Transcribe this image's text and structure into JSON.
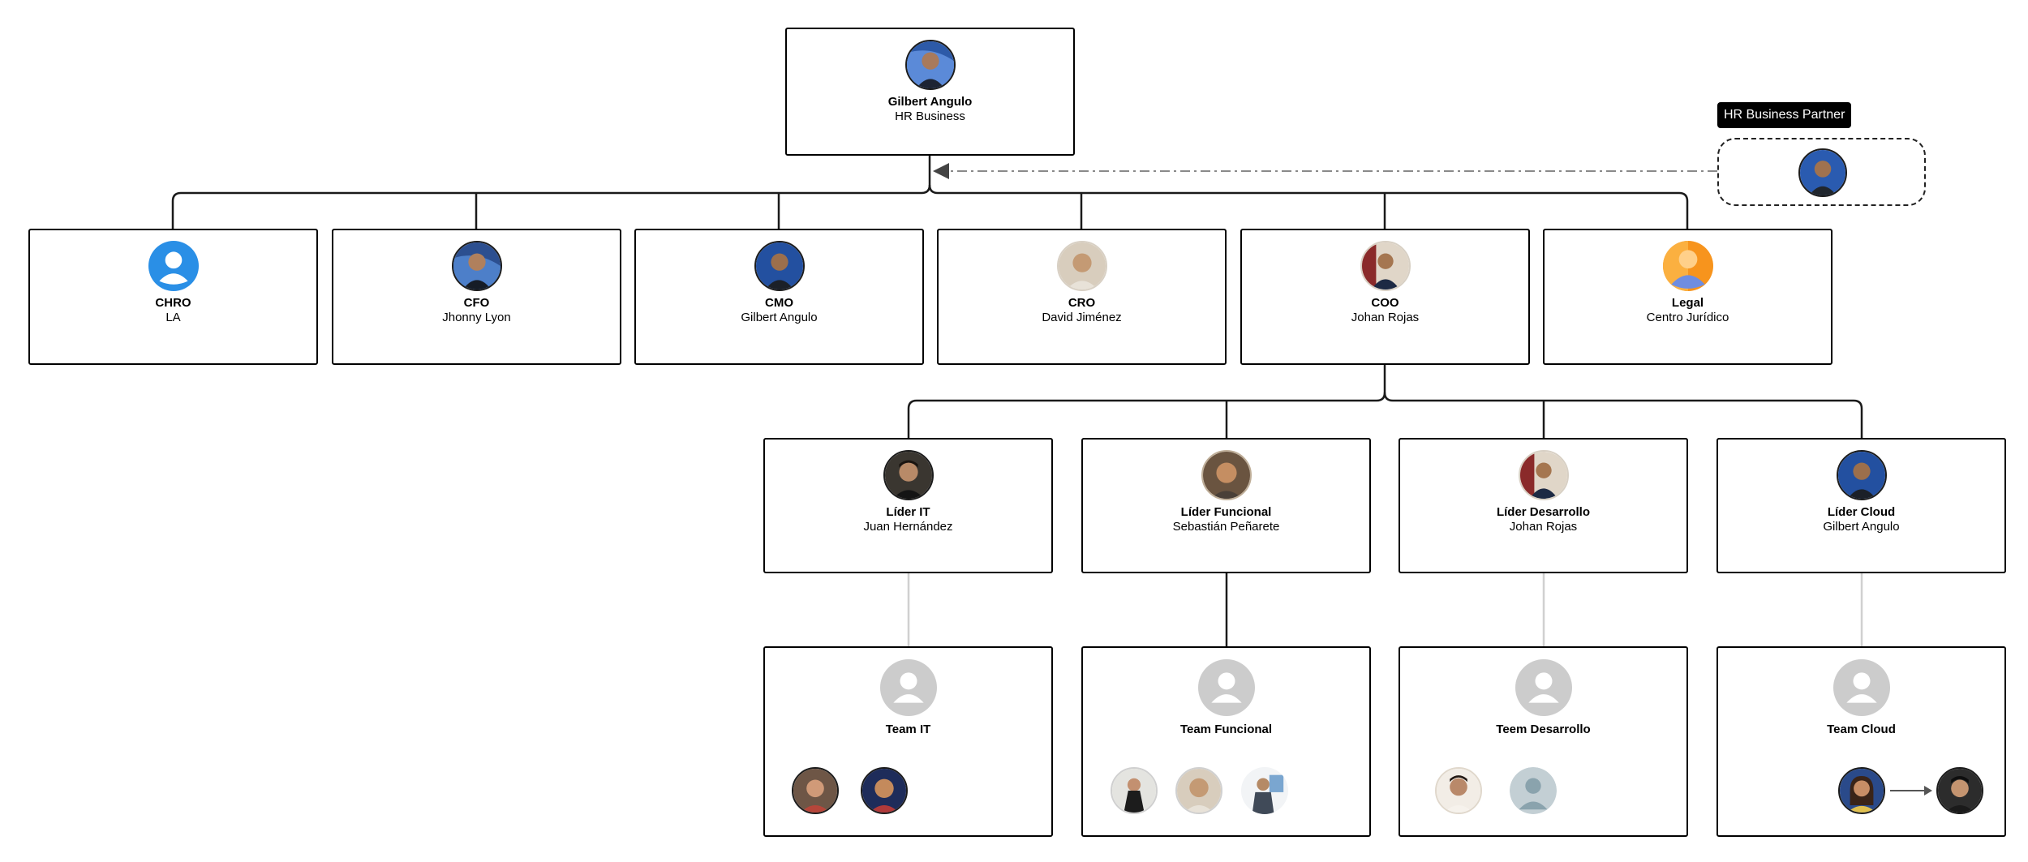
{
  "colors": {
    "line_dark": "#1a1a1a",
    "line_light": "#d0d0d0",
    "dashed_link": "#8a8a8a",
    "placeholder_avatar": "#cccccc",
    "chro_avatar": "#2a8fe6",
    "legal_avatar": "#f7941d"
  },
  "root": {
    "role": "Gilbert Angulo",
    "person": "HR Business"
  },
  "hr_partner": {
    "tag": "HR Business Partner"
  },
  "level1": [
    {
      "role": "CHRO",
      "person": "LA"
    },
    {
      "role": "CFO",
      "person": "Jhonny Lyon"
    },
    {
      "role": "CMO",
      "person": "Gilbert Angulo"
    },
    {
      "role": "CRO",
      "person": "David Jiménez"
    },
    {
      "role": "COO",
      "person": "Johan Rojas"
    },
    {
      "role": "Legal",
      "person": "Centro Jurídico"
    }
  ],
  "leaders": [
    {
      "role": "Líder IT",
      "person": "Juan Hernández"
    },
    {
      "role": "Líder Funcional",
      "person": "Sebastián Peñarete"
    },
    {
      "role": "Líder Desarrollo",
      "person": "Johan Rojas"
    },
    {
      "role": "Líder Cloud",
      "person": "Gilbert Angulo"
    }
  ],
  "teams": [
    {
      "title": "Team IT"
    },
    {
      "title": "Team Funcional"
    },
    {
      "title": "Teem Desarrollo"
    },
    {
      "title": "Team Cloud"
    }
  ]
}
